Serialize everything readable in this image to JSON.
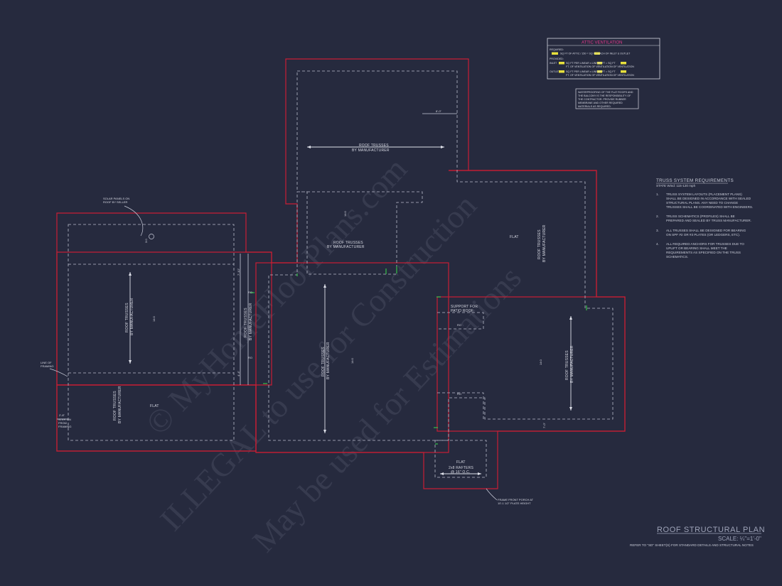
{
  "colors": {
    "background": "#262a3e",
    "roof_outline": "#c81e34",
    "bearing_marks": "#36c24a",
    "attic_title": "#e03a8a",
    "highlight": "#e7e03c"
  },
  "watermark": {
    "line1": "© MyHomeFloorPlans.com",
    "line2": "ILLEGAL to use for Construction",
    "line3": "May be used for Estimations"
  },
  "roof_labels": {
    "roof_trusses": "ROOF TRUSSES",
    "by_manufacturer": "BY MANUFACTURER",
    "flat": "FLAT",
    "rafters_line1": "2x8 RAFTERS",
    "rafters_line2": "@ 16\" O.C.",
    "support_line1": "SUPPORT FOR",
    "support_line2": "PATIO ROOF",
    "solar_line1": "SOLAR PANELS ON",
    "solar_line2": "ROOF BY SELLER",
    "line_of_framing_1": "LINE OF",
    "line_of_framing_2": "FRAMING",
    "porch_line1": "FRAME FRONT PORCH AT",
    "porch_line2": "10'-1 1/2\" PLATE HEIGHT",
    "step_line1": "STEP, DN",
    "step_line2": "FROM",
    "step_line3": "FRAMING",
    "ro": "RO",
    "dim_8_0": "8'-0\"",
    "dim_7_0": "7'-0\"",
    "dim_7_10": "7'-10\"",
    "dim_4_4": "4'-4\"",
    "dim_2_8": "2'-8\"",
    "dim_14_0": "14:0",
    "dim_3_0": "3:0"
  },
  "attic_ventilation": {
    "title": "ATTIC VENTILATION",
    "required_label": "REQUIRED:",
    "required_row": "SQ FT OF ATTIC / 150 =        SQ FT. EACH OF INLET & OUTLET",
    "provided_label": "PROVIDED:",
    "inlet_label": "INLET",
    "inlet_row1": "SQ FT PER LINEAR    x         LINEAR FT =         SQ FT",
    "inlet_row2": "FT. OF VENTILATION              OF VENTILATION         OF VENTILATION",
    "outlet_label": "OUTLET",
    "outlet_row1": "SQ FT PER LINEAR    x         LINEAR FT =         SQ FT",
    "outlet_row2": "FT. OF VENTILATION              OF VENTILATION         OF VENTILATION"
  },
  "waterproofing_note": {
    "line1": "WATERPROOFING OF THE FLAT ROOFS AND",
    "line2": "THE BALCONY IS THE RESPONSIBILITY OF",
    "line3": "THE CONTRACTOR. PROVIDE RUBBER",
    "line4": "MEMBRANE AND OTHER REQUIRED",
    "line5": "MATERIALS AS REQUIRED."
  },
  "truss_requirements": {
    "title": "TRUSS SYSTEM REQUIREMENTS",
    "subtitle": "STATE Wind: 115-120 mph",
    "items": [
      {
        "num": "1.",
        "lines": [
          "TRUSS SYSTEM LAYOUTS (PLACEMENT PLANS)",
          "SHALL BE DESIGNED IN ACCORDANCE WITH SEALED",
          "STRUCTURAL PLANS. ANY NEED TO  CHANGE",
          "TRUSSES SHALL BE COORDINATED  WITH  ENGINEERS."
        ]
      },
      {
        "num": "2.",
        "lines": [
          "TRUSS SCHEMATICS (PROFILES) SHALL BE",
          "PREPARED AND SEALED BY TRUSS  MANUFACTURER."
        ]
      },
      {
        "num": "3.",
        "lines": [
          "ALL TRUSSES SHALL BE DESIGNED FOR  BEARING",
          "ON SPF #2 OR #3 PLATES (OR LEDGERS, ETC)."
        ]
      },
      {
        "num": "4.",
        "lines": [
          "ALL REQUIRED ANCHORS FOR TRUSSES DUE  TO",
          "UPLIFT OR BEARING SHALL MEET THE",
          "REQUIREMENTS AS SPECIFIED ON THE TRUSS",
          "SCHEMATICS."
        ]
      }
    ]
  },
  "title_block": {
    "title": "ROOF STRUCTURAL PLAN",
    "scale": "SCALE: ¼\"=1'-0\"",
    "note": "REFER TO \"SD\" SHEET(S) FOR STANDARD DETAILS AND STRUCTURAL NOTES"
  }
}
